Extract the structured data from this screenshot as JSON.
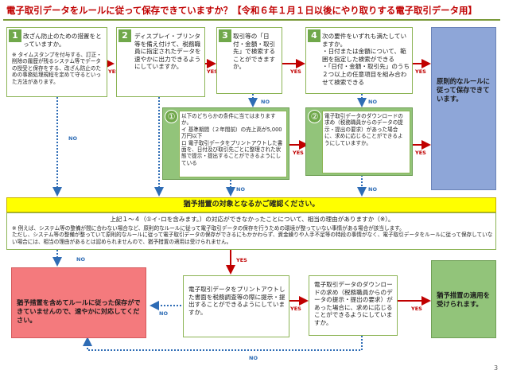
{
  "title": "電子取引データをルールに従って保存できていますか？【令和６年１月１日以後にやり取りする電子取引データ用】",
  "steps": [
    {
      "num": "1",
      "text": "改ざん防止のための措置をとっていますか。",
      "note": "※ タイムスタンプを付与する、訂正・削除の履歴が残るシステム等でデータの授受と保存をする、改ざん防止のための事務処理規程を定めて守るといった方法があります。"
    },
    {
      "num": "2",
      "text": "ディスプレイ・プリンタ等を備え付けて、税務職員に指定されたデータを速やかに出力できるようにしていますか。"
    },
    {
      "num": "3",
      "text": "取引等の「日付・金額・取引先」で検索することができますか。"
    },
    {
      "num": "4",
      "text": "次の要件をいずれも満たしていますか。\n・日付または金額について、範囲を指定した検索ができる\n・「日付・金額・取引先」のうち２つ以上の任意項目を組み合わせて検索できる"
    }
  ],
  "cond1": {
    "num": "①",
    "text": "以下のどちらかの条件に当てはまりますか。\nイ 基準期間（２年間前）の売上高が5,000万円以下\nロ 電子取引データをプリントアウトした書面を、日付及び取引先ごとに整理された状態で提示・提出することができるようにしている"
  },
  "cond2": {
    "num": "②",
    "text": "電子取引データのダウンロードの求め（税務職員からのデータの提示・提出の要求）があった場合に、求めに応じることができるようにしていますか。"
  },
  "result_ok": "原則的なルールに従って保存できています。",
  "yellow_bar": "猶予措置の対象となるかご確認ください。",
  "mid_question": "上記１～４（①イ･ロを含みます。）の対応ができなかったことについて、相当の理由がありますか（※）。",
  "mid_note": "※ 例えば、システム等の整備が間に合わない場合など、原則的なルールに従って電子取引データの保存を行うための環境が整っていない事情がある場合が該当します。\nただし、システム等の整備が整っていて原則的なルールに従って電子取引データの保存ができるにもかかわらず、資金繰りや人手不足等の特段の事情がなく、電子取引データをルールに従って保存していない場合には、相当の理由があるとは認められませんので、猶予措置の適用は受けられません。",
  "bottom_print": "電子取引データをプリントアウトした書面を税務調査等の際に提示・提出することができるようにしていますか。",
  "bottom_download": "電子取引データのダウンロードの求め（税務職員からのデータの提示・提出の要求）があった場合に、求めに応じることができるようにしていますか。",
  "result_fail": "猶予措置を含めてルールに従った保存ができていませんので、速やかに対応してください。",
  "result_grace": "猶予措置の適用を受けられます。",
  "yes_label": "YES",
  "no_label": "NO",
  "page_number": "3",
  "colors": {
    "title_red": "#c00000",
    "green": "#70a84b",
    "yes_red": "#c00000",
    "no_blue": "#2e6cb5",
    "yellow": "#ffff00",
    "blue_box": "#8ea6d8",
    "red_box": "#f47a7d",
    "green_box": "#92c47a"
  }
}
